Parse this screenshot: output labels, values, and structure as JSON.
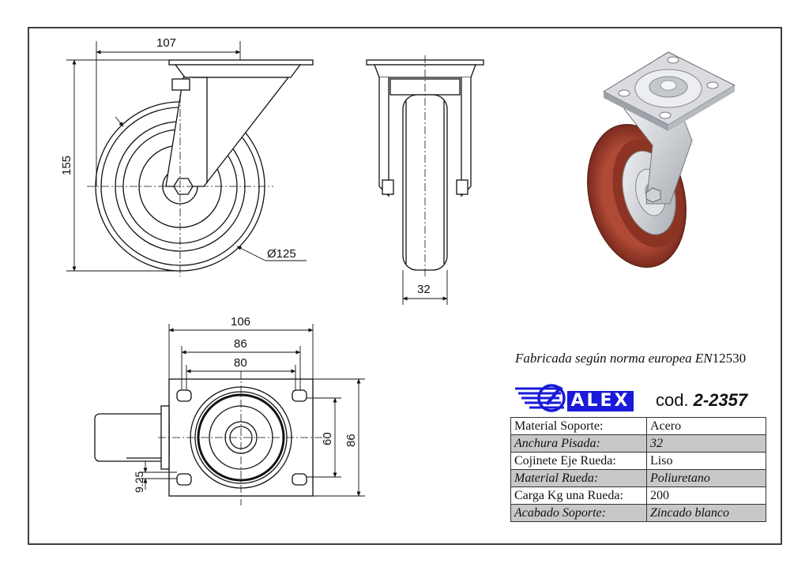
{
  "drawing": {
    "dimensions": {
      "top_width": "107",
      "height": "155",
      "wheel_diameter": "Ø125",
      "tread_width": "32",
      "plate_width": "106",
      "hole_spacing_outer": "86",
      "hole_spacing_inner": "80",
      "plate_depth_inner": "60",
      "plate_depth": "86",
      "offset": "9.25"
    }
  },
  "norm_text": {
    "prefix": "Fabricada según norma europea EN",
    "number": "12530"
  },
  "brand": {
    "logo_text": "ALEX",
    "logo_color": "#1a1ad8"
  },
  "code": {
    "label": "cod.",
    "value": "2-2357"
  },
  "specs": [
    {
      "key": "Material Soporte:",
      "value": "Acero"
    },
    {
      "key": "Anchura Pisada:",
      "value": "32"
    },
    {
      "key": "Cojinete Eje Rueda:",
      "value": "Liso"
    },
    {
      "key": "Material Rueda:",
      "value": "Poliuretano"
    },
    {
      "key": "Carga Kg una Rueda:",
      "value": "200"
    },
    {
      "key": "Acabado Soporte:",
      "value": "Zincado blanco"
    }
  ],
  "colors": {
    "wheel_tread": "#9a3a2a",
    "metal": "#c9ccd1",
    "line": "#111111"
  }
}
